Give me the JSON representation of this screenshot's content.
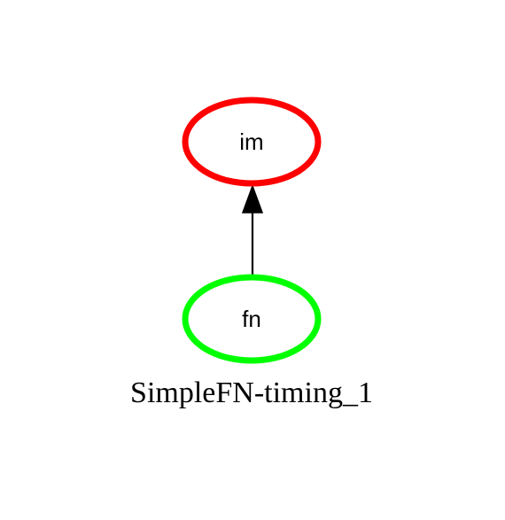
{
  "graph": {
    "label": "SimpleFN-timing_1"
  },
  "nodes": {
    "im": {
      "label": "im",
      "color": "#ff0000"
    },
    "fn": {
      "label": "fn",
      "color": "#00ff00"
    }
  },
  "edges": [
    {
      "from": "fn",
      "to": "im",
      "color": "#000000"
    }
  ]
}
